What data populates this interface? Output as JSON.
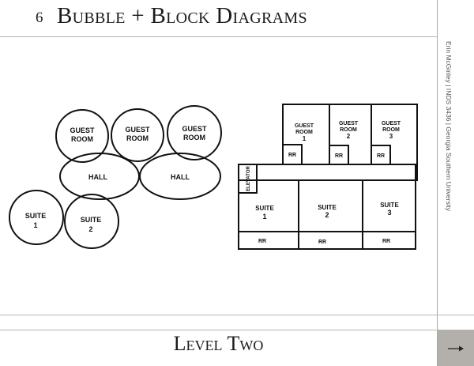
{
  "header": {
    "page_number": "6",
    "title": "Bubble + Block Diagrams"
  },
  "sidebar": {
    "credit": "Erin McGinley | INDS 3436 | Georgia Southern University"
  },
  "bubble_diagram": {
    "guest_rooms": [
      {
        "line1": "GUEST",
        "line2": "ROOM"
      },
      {
        "line1": "GUEST",
        "line2": "ROOM"
      },
      {
        "line1": "GUEST",
        "line2": "ROOM"
      }
    ],
    "halls": [
      "HALL",
      "HALL"
    ],
    "suites": [
      {
        "line1": "SUITE",
        "line2": "1"
      },
      {
        "line1": "SUITE",
        "line2": "2"
      }
    ]
  },
  "block_diagram": {
    "guest_rooms": [
      {
        "line1": "GUEST",
        "line2": "ROOM",
        "line3": "1",
        "restroom": "RR"
      },
      {
        "line1": "GUEST",
        "line2": "ROOM",
        "line3": "2",
        "restroom": "RR"
      },
      {
        "line1": "GUEST",
        "line2": "ROOM",
        "line3": "3",
        "restroom": "RR"
      }
    ],
    "elevator": "ELEVATOR",
    "suites": [
      {
        "line1": "SUITE",
        "line2": "1",
        "restroom": "RR"
      },
      {
        "line1": "SUITE",
        "line2": "2",
        "restroom": "RR"
      },
      {
        "line1": "SUITE",
        "line2": "3",
        "restroom": "RR"
      }
    ]
  },
  "footer": {
    "title": "Level Two",
    "next_icon": "arrow-right-icon"
  }
}
